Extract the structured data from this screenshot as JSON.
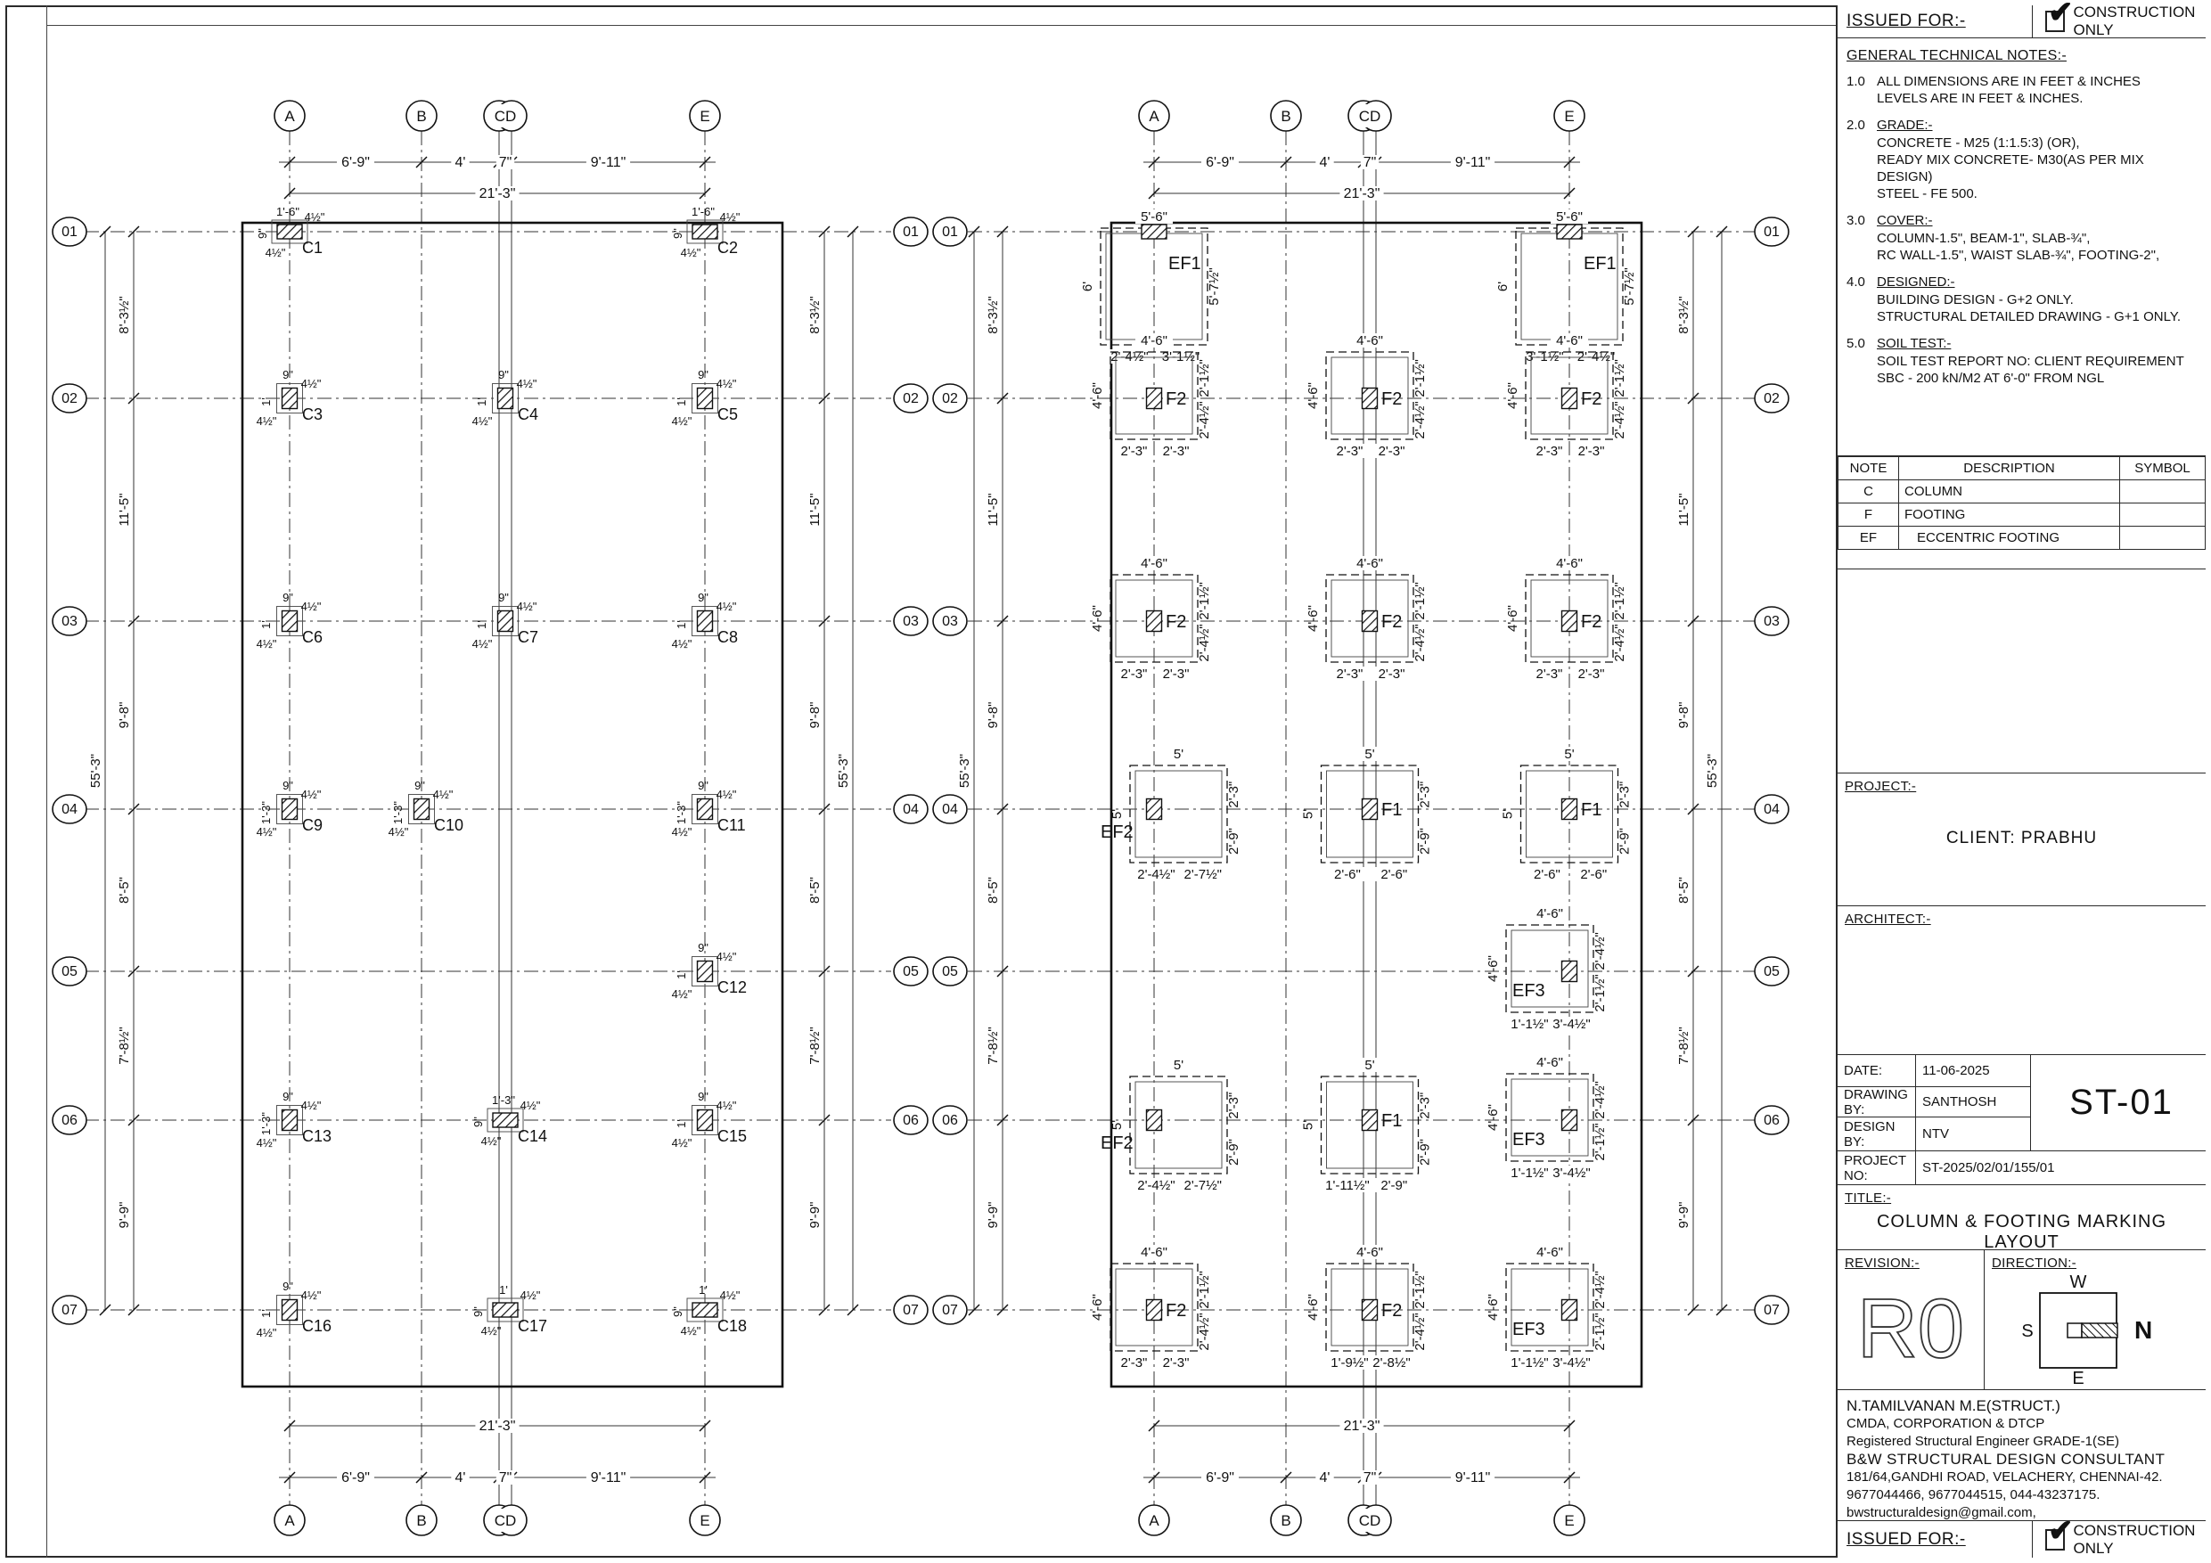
{
  "issued": {
    "label": "ISSUED FOR:-",
    "value": "CONSTRUCTION ONLY"
  },
  "notes": {
    "title": "GENERAL TECHNICAL NOTES:-",
    "items": [
      {
        "num": "1.0",
        "head": "",
        "lines": [
          "ALL DIMENSIONS ARE IN FEET & INCHES",
          "LEVELS ARE IN FEET & INCHES."
        ]
      },
      {
        "num": "2.0",
        "head": "GRADE:-",
        "lines": [
          "CONCRETE  - M25 (1:1.5:3) (OR),",
          "READY MIX CONCRETE- M30(AS PER MIX DESIGN)",
          "STEEL - FE 500."
        ]
      },
      {
        "num": "3.0",
        "head": "COVER:-",
        "lines": [
          "COLUMN-1.5\", BEAM-1\", SLAB-¾\",",
          "RC WALL-1.5\", WAIST SLAB-¾\", FOOTING-2\","
        ]
      },
      {
        "num": "4.0",
        "head": "DESIGNED:-",
        "lines": [
          "BUILDING DESIGN - G+2 ONLY.",
          "STRUCTURAL DETAILED DRAWING - G+1 ONLY."
        ]
      },
      {
        "num": "5.0",
        "head": "SOIL TEST:-",
        "lines": [
          "SOIL TEST REPORT NO: CLIENT REQUIREMENT",
          "SBC - 200 kN/M2 AT 6'-0\" FROM NGL"
        ]
      }
    ]
  },
  "legend": {
    "headers": [
      "NOTE",
      "DESCRIPTION",
      "SYMBOL"
    ],
    "rows": [
      [
        "C",
        "COLUMN",
        ""
      ],
      [
        "F",
        "FOOTING",
        ""
      ],
      [
        "EF",
        "ECCENTRIC FOOTING",
        ""
      ]
    ]
  },
  "project": {
    "label": "PROJECT:-",
    "client": "CLIENT: PRABHU"
  },
  "architect": {
    "label": "ARCHITECT:-"
  },
  "titleblock": {
    "date_label": "DATE:",
    "date": "11-06-2025",
    "drawing_by_label": "DRAWING BY:",
    "drawing_by": "SANTHOSH",
    "design_by_label": "DESIGN BY:",
    "design_by": "NTV",
    "project_no_label": "PROJECT NO:",
    "project_no": "ST-2025/02/01/155/01",
    "sheet_no": "ST-01",
    "title_label": "TITLE:-",
    "title": "COLUMN & FOOTING MARKING LAYOUT"
  },
  "revision": {
    "label": "REVISION:-",
    "value": "R0"
  },
  "direction": {
    "label": "DIRECTION:-",
    "n": "N",
    "s": "S",
    "e": "E",
    "w": "W"
  },
  "consultant": {
    "lines": [
      "N.TAMILVANAN M.E(STRUCT.)",
      "CMDA, CORPORATION & DTCP",
      "Registered Structural Engineer GRADE-1(SE)",
      "B&W STRUCTURAL DESIGN CONSULTANT",
      "181/64,GANDHI ROAD, VELACHERY, CHENNAI-42.",
      "9677044466, 9677044515, 044-43237175.",
      "bwstructuraldesign@gmail.com,"
    ]
  },
  "drawing": {
    "col_axes": [
      "A",
      "B",
      "CD",
      "E"
    ],
    "row_axes": [
      "01",
      "02",
      "03",
      "04",
      "05",
      "06",
      "07"
    ],
    "h_dims": {
      "segments": [
        "6'-9\"",
        "4'",
        "7\"",
        "9'-11\""
      ],
      "total": "21'-3\""
    },
    "v_dims": {
      "segments": [
        "8'-3½\"",
        "11'-5\"",
        "9'-8\"",
        "8'-5\"",
        "7'-8½\"",
        "9'-9\""
      ],
      "total": "55'-3\""
    },
    "column_dims": {
      "width": "9\"",
      "offset": "4½\""
    },
    "columns": [
      {
        "label": "C1",
        "axis": "A",
        "row": "01",
        "orient": "h",
        "len": "1'-6\""
      },
      {
        "label": "C2",
        "axis": "E",
        "row": "01",
        "orient": "h",
        "len": "1'-6\""
      },
      {
        "label": "C3",
        "axis": "A",
        "row": "02",
        "orient": "v",
        "len": "1'"
      },
      {
        "label": "C4",
        "axis": "CD",
        "row": "02",
        "orient": "v",
        "len": "1'"
      },
      {
        "label": "C5",
        "axis": "E",
        "row": "02",
        "orient": "v",
        "len": "1'"
      },
      {
        "label": "C6",
        "axis": "A",
        "row": "03",
        "orient": "v",
        "len": "1'"
      },
      {
        "label": "C7",
        "axis": "CD",
        "row": "03",
        "orient": "v",
        "len": "1'"
      },
      {
        "label": "C8",
        "axis": "E",
        "row": "03",
        "orient": "v",
        "len": "1'"
      },
      {
        "label": "C9",
        "axis": "A",
        "row": "04",
        "orient": "v",
        "len": "1'-3\""
      },
      {
        "label": "C10",
        "axis": "B",
        "row": "04",
        "orient": "v",
        "len": "1'-3\""
      },
      {
        "label": "C11",
        "axis": "E",
        "row": "04",
        "orient": "v",
        "len": "1'-3\""
      },
      {
        "label": "C12",
        "axis": "E",
        "row": "05",
        "orient": "v",
        "len": "1'"
      },
      {
        "label": "C13",
        "axis": "A",
        "row": "06",
        "orient": "v",
        "len": "1'-3\""
      },
      {
        "label": "C14",
        "axis": "CD",
        "row": "06",
        "orient": "h",
        "len": "1'-3\""
      },
      {
        "label": "C15",
        "axis": "E",
        "row": "06",
        "orient": "v",
        "len": "1'"
      },
      {
        "label": "C16",
        "axis": "A",
        "row": "07",
        "orient": "v",
        "len": "1'"
      },
      {
        "label": "C17",
        "axis": "CD",
        "row": "07",
        "orient": "h",
        "len": "1'"
      },
      {
        "label": "C18",
        "axis": "E",
        "row": "07",
        "orient": "h",
        "len": "1'"
      }
    ],
    "footing_types": {
      "F2": {
        "top": "4'-6\"",
        "left": "4'-6\"",
        "bottom": [
          "2'-3\"",
          "2'-3\""
        ],
        "right": [
          "2'-1½\"",
          "2'-4½\""
        ]
      },
      "F1": {
        "top": "5'",
        "left": "5'",
        "bottom": [
          "2'-6\"",
          "2'-6\""
        ],
        "right": [
          "2'-3\"",
          "2'-9\""
        ]
      },
      "EF1": {
        "top": "5'-6\"",
        "left": "6'",
        "bottom": [
          "2'-4½\"",
          "3'-1½\""
        ],
        "right": [
          "5'-7½\""
        ]
      },
      "EF2": {
        "top": "5'",
        "left": "5'",
        "bottom": [
          "2'-4½\"",
          "2'-7½\""
        ],
        "right": [
          "2'-3\"",
          "2'-9\""
        ]
      },
      "EF3": {
        "top": "4'-6\"",
        "left": "4'-6\"",
        "bottom": [
          "1'-1½\"",
          "3'-4½\""
        ],
        "right": [
          "2'-4½\"",
          "2'-1½\""
        ]
      }
    },
    "footings": [
      {
        "label": "EF1",
        "axis": "A",
        "row": "01",
        "type": "EF1"
      },
      {
        "label": "EF1",
        "axis": "E",
        "row": "01",
        "type": "EF1",
        "bottom": [
          "3'-1½\"",
          "2'-4½\""
        ]
      },
      {
        "label": "F2",
        "axis": "A",
        "row": "02",
        "type": "F2"
      },
      {
        "label": "F2",
        "axis": "CD",
        "row": "02",
        "type": "F2"
      },
      {
        "label": "F2",
        "axis": "E",
        "row": "02",
        "type": "F2"
      },
      {
        "label": "F2",
        "axis": "A",
        "row": "03",
        "type": "F2"
      },
      {
        "label": "F2",
        "axis": "CD",
        "row": "03",
        "type": "F2"
      },
      {
        "label": "F2",
        "axis": "E",
        "row": "03",
        "type": "F2"
      },
      {
        "label": "EF2",
        "axis": "A",
        "row": "04",
        "type": "EF2"
      },
      {
        "label": "F1",
        "axis": "CD",
        "row": "04",
        "type": "F1"
      },
      {
        "label": "F1",
        "axis": "E",
        "row": "04",
        "type": "F1",
        "bottom": [
          "2'-6\"",
          "2'-6\""
        ]
      },
      {
        "label": "EF3",
        "axis": "E",
        "row": "05",
        "type": "EF3"
      },
      {
        "label": "EF2",
        "axis": "A",
        "row": "06",
        "type": "EF2"
      },
      {
        "label": "F1",
        "axis": "CD",
        "row": "06",
        "type": "F1",
        "bottom": [
          "1'-11½\"",
          "2'-9\""
        ]
      },
      {
        "label": "EF3",
        "axis": "E",
        "row": "06",
        "type": "EF3"
      },
      {
        "label": "F2",
        "axis": "A",
        "row": "07",
        "type": "F2"
      },
      {
        "label": "F2",
        "axis": "CD",
        "row": "07",
        "type": "F2",
        "bottom": [
          "1'-9½\"",
          "2'-8½\""
        ]
      },
      {
        "label": "EF3",
        "axis": "E",
        "row": "07",
        "type": "EF3"
      }
    ]
  }
}
